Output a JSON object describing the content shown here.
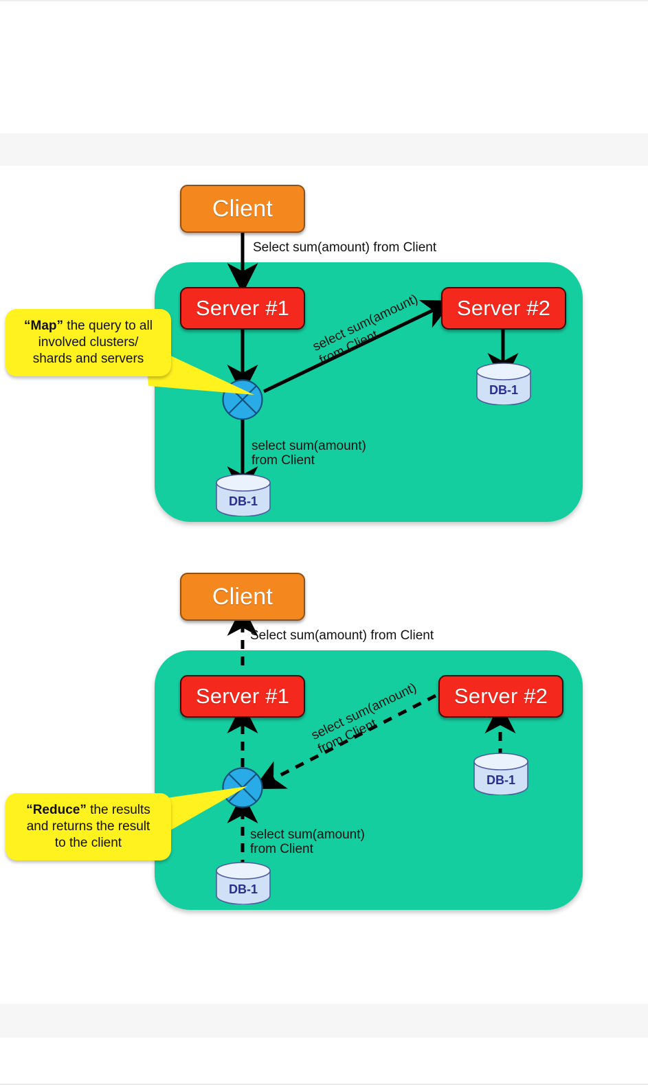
{
  "page": {
    "background": "#ffffff",
    "band_color": "#f6f6f6"
  },
  "palette": {
    "cluster_panel": "#15cea0",
    "client_fill": "#f5871f",
    "client_border": "#8f5115",
    "server_fill": "#f4281c",
    "server_border": "#3d0a06",
    "db_fill": "#cfe0f7",
    "db_top_fill": "#eaf2fd",
    "db_border": "#4f5b9c",
    "db_text": "#2b2d8f",
    "router_fill": "#29abe8",
    "router_border": "#11527a",
    "callout_fill": "#fff21f",
    "arrow_color": "#000000",
    "node_text": "#ffffff"
  },
  "figures": [
    {
      "id": "map-phase",
      "flow": "downward",
      "arrow_style": "solid",
      "client": {
        "label": "Client"
      },
      "client_edge_label": "Select sum(amount) from Client",
      "cluster": {
        "servers": [
          {
            "id": "server-1",
            "label": "Server #1"
          },
          {
            "id": "server-2",
            "label": "Server #2"
          }
        ],
        "router": {
          "id": "router-node",
          "icon": "cross-circle-icon"
        },
        "databases": [
          {
            "id": "db-local",
            "label": "DB-1"
          },
          {
            "id": "db-remote",
            "label": "DB-1"
          }
        ],
        "edge_labels": {
          "router_to_server2": "select sum(amount)\nfrom Client",
          "router_to_db": "select sum(amount)\nfrom Client"
        }
      },
      "callout": {
        "quoted": "“Map”",
        "rest": " the query to all\ninvolved clusters/\nshards and servers"
      }
    },
    {
      "id": "reduce-phase",
      "flow": "upward",
      "arrow_style": "dashed",
      "client": {
        "label": "Client"
      },
      "client_edge_label": "Select sum(amount) from Client",
      "cluster": {
        "servers": [
          {
            "id": "server-1",
            "label": "Server #1"
          },
          {
            "id": "server-2",
            "label": "Server #2"
          }
        ],
        "router": {
          "id": "router-node",
          "icon": "cross-circle-icon"
        },
        "databases": [
          {
            "id": "db-local",
            "label": "DB-1"
          },
          {
            "id": "db-remote",
            "label": "DB-1"
          }
        ],
        "edge_labels": {
          "server2_to_router": "select sum(amount)\nfrom Client",
          "db_to_router": "select sum(amount)\nfrom Client"
        }
      },
      "callout": {
        "quoted": "“Reduce”",
        "rest": " the results\nand returns the result\nto the client"
      }
    }
  ]
}
